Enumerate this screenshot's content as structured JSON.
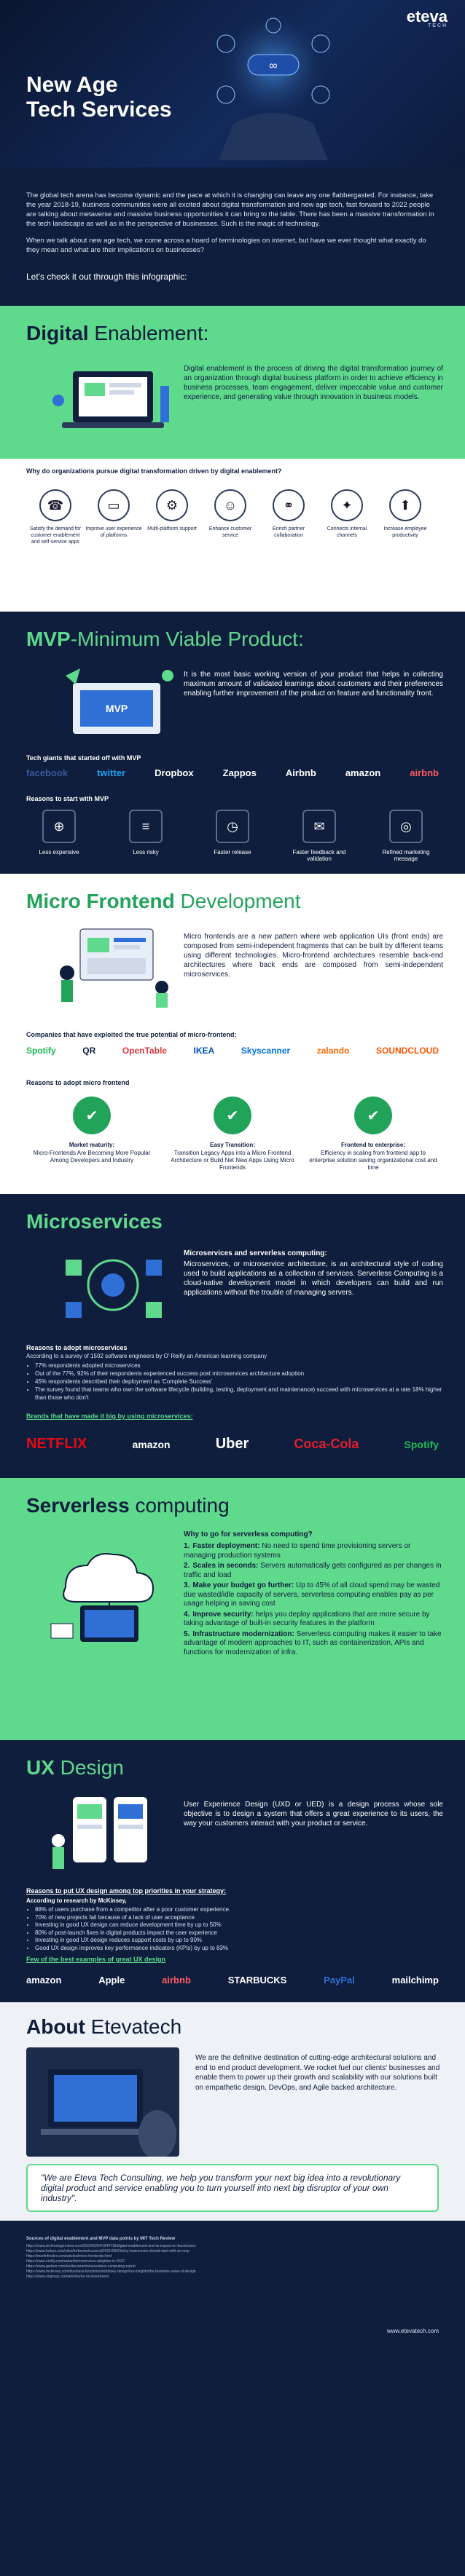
{
  "hero": {
    "logo": "eteva",
    "logo_sub": "TECH",
    "title_line1": "New Age",
    "title_line2": "Tech Services"
  },
  "intro": {
    "p1": "The global tech arena has become dynamic and the pace at which it is changing can leave any one flabbergasted. For instance, take the year 2018-19, business communities were all excited about digital transformation and new age tech, fast forward to 2022 people are talking about metaverse and massive business opportunities it can bring to the table. There has been a massive transformation in the tech landscape as well as in the perspective of businesses. Such is the magic of technology.",
    "p2": "When we talk about new age tech, we come across a hoard of terminologies on internet, but have we ever thought what exactly do they mean and what are their implications on businesses?",
    "p3": "Let's check it out through this infographic:"
  },
  "digital": {
    "title_bold": "Digital",
    "title_rest": " Enablement:",
    "body": "Digital enablement is the process of driving the digital transformation journey of an organization through digital business platform in order to achieve efficiency in business processes, team engagement, deliver impeccable value and customer experience, and generating value through innovation in business models.",
    "why": "Why do organizations pursue digital transformation driven by digital enablement?",
    "reasons": [
      {
        "icon": "phone-icon",
        "glyph": "☎",
        "label": "Satisfy the demand for customer enablement and self-service apps"
      },
      {
        "icon": "monitor-icon",
        "glyph": "▭",
        "label": "Improve user experience of platforms"
      },
      {
        "icon": "platform-icon",
        "glyph": "⚙",
        "label": "Multi-platform support"
      },
      {
        "icon": "support-icon",
        "glyph": "☺",
        "label": "Enhance customer service"
      },
      {
        "icon": "partner-icon",
        "glyph": "⚭",
        "label": "Enrich partner collaboration"
      },
      {
        "icon": "channels-icon",
        "glyph": "✦",
        "label": "Connects internal channels"
      },
      {
        "icon": "growth-icon",
        "glyph": "⬆",
        "label": "Increase employee productivity"
      }
    ]
  },
  "mvp": {
    "title_bold": "MVP",
    "title_rest": "-Minimum Viable Product:",
    "body": "It is the most basic working version of your product that helps in collecting maximum amount of validated learnings about customers and their preferences enabling further improvement of the product on feature and functionality front.",
    "giants_label": "Tech giants that started off with MVP",
    "giants": [
      "facebook",
      "twitter",
      "Dropbox",
      "Zappos",
      "Airbnb",
      "amazon",
      "airbnb"
    ],
    "reasons_label": "Reasons to start with MVP",
    "reasons": [
      {
        "icon": "lock-icon",
        "glyph": "⊕",
        "label": "Less expensive"
      },
      {
        "icon": "clipboard-icon",
        "glyph": "≡",
        "label": "Less risky"
      },
      {
        "icon": "clock-icon",
        "glyph": "◷",
        "label": "Faster release"
      },
      {
        "icon": "feedback-icon",
        "glyph": "✉",
        "label": "Faster feedback and validation"
      },
      {
        "icon": "target-icon",
        "glyph": "◎",
        "label": "Refined marketing message"
      }
    ]
  },
  "mfe": {
    "title_bold": "Micro Frontend",
    "title_rest": " Development",
    "body": "Micro frontends are a new pattern where web application UIs (front ends) are composed from semi-independent fragments that can be built by different teams using different technologies. Micro-frontend architectures resemble back-end architectures where back ends are composed from semi-independent microservices.",
    "companies_label": "Companies that have exploited the true potential of micro-frontend:",
    "companies": [
      "Spotify",
      "QR",
      "OpenTable",
      "IKEA",
      "Skyscanner",
      "zalando",
      "SOUNDCLOUD"
    ],
    "reasons_label": "Reasons to adopt micro frontend",
    "reasons": [
      {
        "icon": "maturity-icon",
        "title": "Market maturity:",
        "text": "Micro-Frontends Are Becoming More Popular Among Developers and Industry"
      },
      {
        "icon": "transition-icon",
        "title": "Easy Transition:",
        "text": "Transition Legacy Apps into a Micro Frontend Architecture or Build Net New Apps Using Micro Frontends"
      },
      {
        "icon": "enterprise-icon",
        "title": "Frontend to enterprise:",
        "text": "Efficiency in scaling from frontend app to enterprise solution saving organizational cost and time"
      }
    ]
  },
  "ms": {
    "title": "Microservices",
    "body_title": "Microservices and serverless computing:",
    "body": "Microservices, or microservice architecture, is an architectural style of coding used to build applications as a collection of services. Serverless Computing is a cloud-native development model in which developers can build and run applications without the trouble of managing servers.",
    "reasons_label": "Reasons to adopt microservices",
    "reasons_intro": "According to a survey of 1502 software engineers by O' Reilly an American learning company",
    "points": [
      "77% respondents adopted microservices",
      "Out of the 77%, 92% of their respondents experienced success post microservices architecture adoption",
      "45% respondents described their deployment as 'Complete Success'",
      "The survey found that teams who own the software lifecycle (building, testing, deployment and maintenance) succeed with microservices at a rate 18% higher than those who don't"
    ],
    "brands_label": "Brands that have made it big by using microservices:",
    "brands": [
      "NETFLIX",
      "amazon",
      "Uber",
      "Coca-Cola",
      "Spotify"
    ]
  },
  "sls": {
    "title_bold": "Serverless",
    "title_rest": " computing",
    "why": "Why to go for serverless computing?",
    "items": [
      {
        "n": "1.",
        "b": "Faster deployment:",
        "t": "No need to spend time provisioning servers or managing production systems"
      },
      {
        "n": "2.",
        "b": "Scales in seconds:",
        "t": "Servers automatically gets configured as per changes in traffic and load"
      },
      {
        "n": "3.",
        "b": "Make your budget go further:",
        "t": "Up to 45% of all cloud spend may be wasted due wasted/idle capacity of servers, serverless computing enables pay as per usage helping in saving cost"
      },
      {
        "n": "4.",
        "b": "Improve security:",
        "t": "helps you deploy applications that are more secure by taking advantage of built-in security features in the platform"
      },
      {
        "n": "5.",
        "b": "Infrastructure modernization:",
        "t": "Serverless computing makes it easier to take advantage of modern approaches to IT, such as containerization, APIs and functions for modernization of infra."
      }
    ]
  },
  "ux": {
    "title_bold": "UX",
    "title_rest": " Design",
    "body": "User Experience Design (UXD or UED) is a design process whose sole objective is to design a system that offers a great experience to its users, the way your customers interact with your product or service.",
    "reasons_label": "Reasons to put UX design among top priorities in your strategy:",
    "reasons_intro": "According to research by McKinsey,",
    "points": [
      "88% of users purchase from a competitor after a poor customer experience.",
      "70% of new projects fail because of a lack of user acceptance",
      "Investing in good UX design can reduce development time by up to 50%",
      "80% of post-launch fixes in digital products impact the user experience",
      "Investing in good UX design reduces support costs by up to 90%",
      "Good UX design improves key performance indicators (KPIs) by up to 83%"
    ],
    "examples_label": "Few of the best examples of great UX design",
    "examples": [
      "amazon",
      "Apple",
      "airbnb",
      "STARBUCKS",
      "PayPal",
      "mailchimp"
    ]
  },
  "about": {
    "title_bold": "About",
    "title_rest": " Etevatech",
    "body": "We are the definitive destination of cutting-edge architectural solutions and end to end product development. We rocket fuel our clients' businesses and enable them to power up their growth and scalability with our solutions built on empathetic design, DevOps, and Agile backed architecture.",
    "quote": "\"We are Eteva Tech Consulting, we help you transform your next big idea into a revolutionary digital product and service enabling you to turn yourself into next big disruptor of your own industry\"."
  },
  "refs": {
    "title": "Sources of digital enablement and MVP data points by MIT Tech Review",
    "lines": [
      "https://www.technologyreview.com/2022/02/04/1044719/digital-enablement-and-its-impact-on-businesses",
      "https://www.forbes.com/sites/forbestechcouncil/2021/08/23/why-businesses-should-start-with-an-mvp",
      "https://martinfowler.com/articles/micro-frontends.html",
      "https://www.oreilly.com/radar/microservices-adoption-in-2020",
      "https://www.gartner.com/en/documents/serverless-computing-report",
      "https://www.mckinsey.com/business-functions/mckinsey-design/our-insights/the-business-value-of-design",
      "https://www.nngroup.com/articles/ux-roi-investment"
    ],
    "site": "www.etevatech.com"
  },
  "colors": {
    "green": "#5fd98b",
    "navy": "#0f1e3d",
    "blue": "#2f6fd6"
  }
}
